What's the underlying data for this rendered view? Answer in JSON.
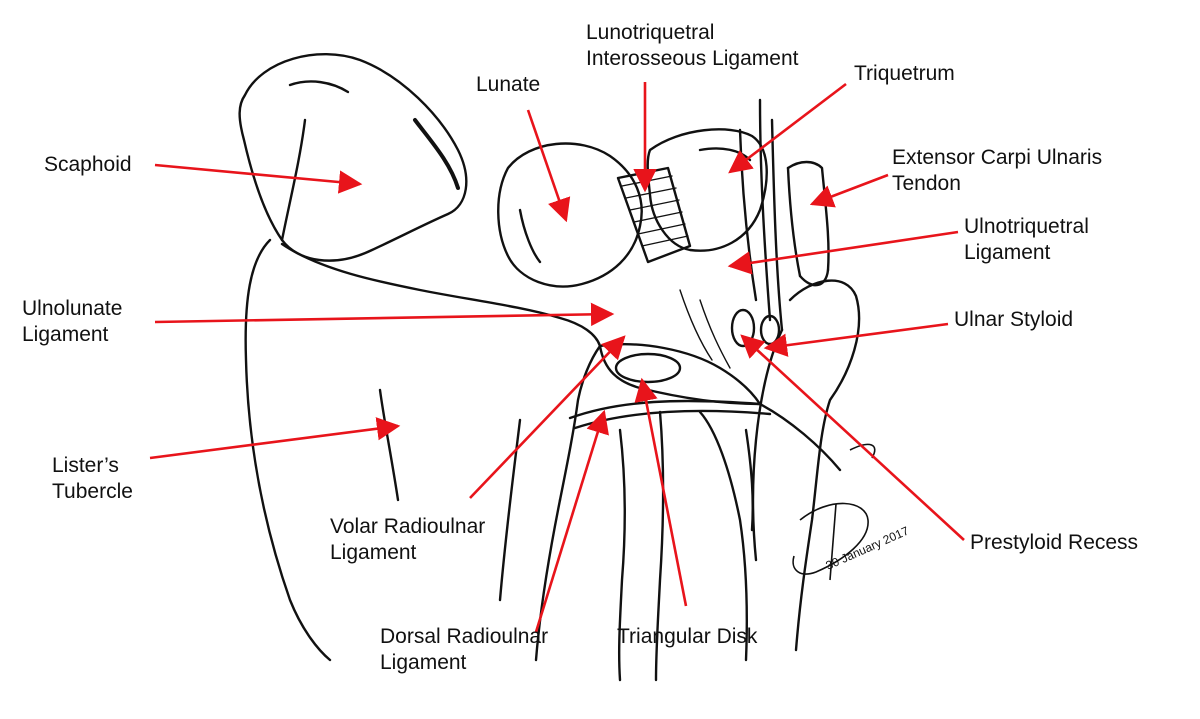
{
  "labels": {
    "lunotriquetral": [
      "Lunotriquetral",
      "Interosseous Ligament"
    ],
    "lunate": "Lunate",
    "triquetrum": "Triquetrum",
    "scaphoid": "Scaphoid",
    "ecu": [
      "Extensor Carpi Ulnaris",
      "Tendon"
    ],
    "ulnotriquetral": [
      "Ulnotriquetral",
      "Ligament"
    ],
    "ulnolunate": [
      "Ulnolunate",
      "Ligament"
    ],
    "ulnar_styloid": "Ulnar Styloid",
    "listers": [
      "Lister’s",
      "Tubercle"
    ],
    "volar_radioulnar": [
      "Volar Radioulnar",
      "Ligament"
    ],
    "prestyloid": "Prestyloid Recess",
    "dorsal_radioulnar": [
      "Dorsal Radioulnar",
      "Ligament"
    ],
    "triangular_disk": "Triangular Disk"
  },
  "signature": "30 January 2017",
  "colors": {
    "arrow": "#e8141b",
    "ink": "#111111",
    "background": "#ffffff"
  }
}
